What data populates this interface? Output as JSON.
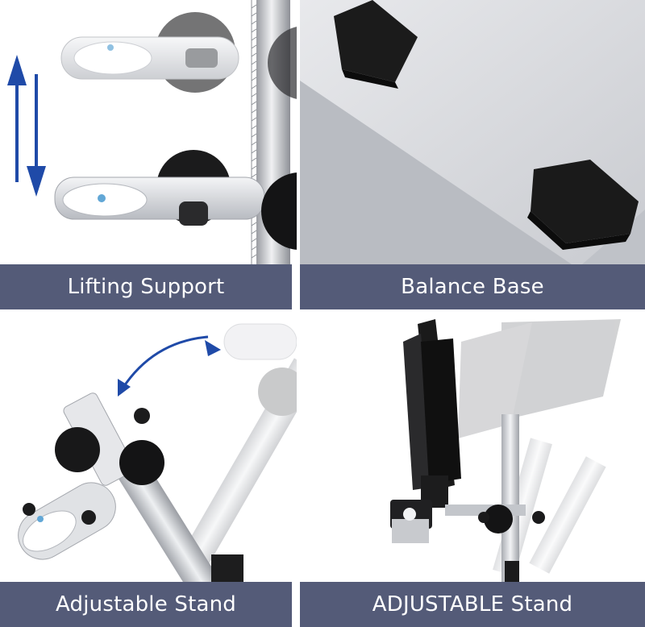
{
  "panels": {
    "top_left": {
      "caption": "Lifting Support"
    },
    "top_right": {
      "caption": "Balance Base"
    },
    "bottom_left": {
      "caption": "Adjustable Stand"
    },
    "bottom_right": {
      "caption": "ADJUSTABLE Stand"
    }
  },
  "colors": {
    "caption_bar": "#545b78",
    "caption_text": "#ffffff",
    "arrow_blue": "#1f4aa8",
    "base_plate": "#d9dadd",
    "foot_black": "#1b1b1b"
  },
  "icons": [
    "vertical-double-arrow-icon",
    "curved-arrow-icon"
  ]
}
